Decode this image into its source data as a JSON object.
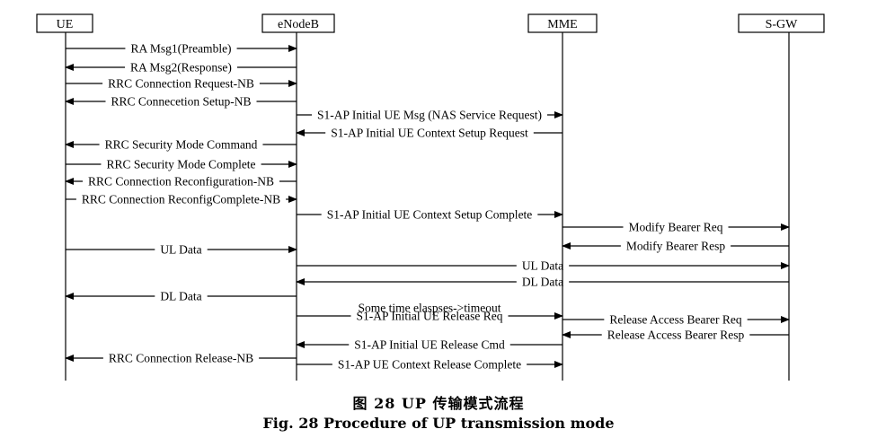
{
  "entities": [
    {
      "key": "ue",
      "label": "UE"
    },
    {
      "key": "enb",
      "label": "eNodeB"
    },
    {
      "key": "mme",
      "label": "MME"
    },
    {
      "key": "sgw",
      "label": "S-GW"
    }
  ],
  "messages": [
    {
      "from": "ue",
      "to": "enb",
      "label": "RA Msg1(Preamble)"
    },
    {
      "from": "enb",
      "to": "ue",
      "label": "RA Msg2(Response)"
    },
    {
      "from": "ue",
      "to": "enb",
      "label": "RRC Connection Request-NB"
    },
    {
      "from": "enb",
      "to": "ue",
      "label": "RRC Connecetion Setup-NB"
    },
    {
      "from": "enb",
      "to": "mme",
      "label": "S1-AP Initial UE Msg (NAS Service Request)"
    },
    {
      "from": "mme",
      "to": "enb",
      "label": "S1-AP Initial UE Context Setup Request"
    },
    {
      "from": "enb",
      "to": "ue",
      "label": "RRC Security Mode Command"
    },
    {
      "from": "ue",
      "to": "enb",
      "label": "RRC Security Mode Complete"
    },
    {
      "from": "enb",
      "to": "ue",
      "label": "RRC Connection Reconfiguration-NB"
    },
    {
      "from": "ue",
      "to": "enb",
      "label": "RRC Connection ReconfigComplete-NB"
    },
    {
      "from": "enb",
      "to": "mme",
      "label": "S1-AP Initial UE Context Setup Complete"
    },
    {
      "from": "mme",
      "to": "sgw",
      "label": "Modify Bearer Req"
    },
    {
      "from": "sgw",
      "to": "mme",
      "label": "Modify Bearer Resp"
    },
    {
      "from": "ue",
      "to": "enb",
      "label": "UL Data"
    },
    {
      "from": "enb",
      "to": "sgw",
      "label": "UL Data"
    },
    {
      "from": "sgw",
      "to": "enb",
      "label": "DL Data"
    },
    {
      "from": "enb",
      "to": "ue",
      "label": "DL Data"
    },
    {
      "from": "enb",
      "to": "mme",
      "label": "Some time elaspses->timeout"
    },
    {
      "from": "enb",
      "to": "mme",
      "label": "S1-AP Initial UE Release Req"
    },
    {
      "from": "mme",
      "to": "sgw",
      "label": "Release Access Bearer Req"
    },
    {
      "from": "sgw",
      "to": "mme",
      "label": "Release Access Bearer Resp"
    },
    {
      "from": "mme",
      "to": "enb",
      "label": "S1-AP Initial UE Release Cmd"
    },
    {
      "from": "enb",
      "to": "ue",
      "label": "RRC Connection Release-NB"
    },
    {
      "from": "enb",
      "to": "mme",
      "label": "S1-AP UE Context Release Complete"
    }
  ],
  "caption": {
    "cn": "图 28    UP 传输模式流程",
    "en": "Fig. 28    Procedure of UP transmission mode"
  }
}
